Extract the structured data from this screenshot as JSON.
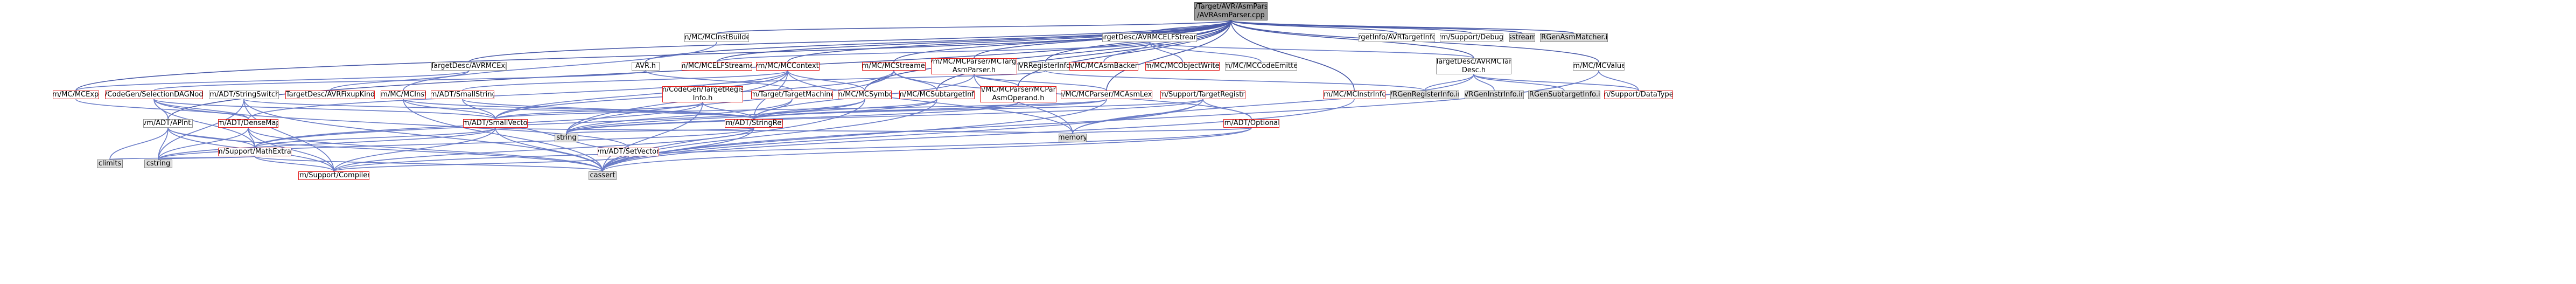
{
  "colors": {
    "edge": "#6a7cc7",
    "edge_root": "#4a5aa8"
  },
  "nodes": [
    {
      "id": "root",
      "label": "lib/Target/AVR/AsmParser\n/AVRAsmParser.cpp",
      "style": "root"
    },
    {
      "id": "mcinstbuilder",
      "label": "llvm/MC/MCInstBuilder.h",
      "style": "plain"
    },
    {
      "id": "avr",
      "label": "AVR.h",
      "style": "plain"
    },
    {
      "id": "mccontext",
      "label": "llvm/MC/MCContext.h",
      "style": "red"
    },
    {
      "id": "mcelfstreamer",
      "label": "llvm/MC/MCELFStreamer.h",
      "style": "red"
    },
    {
      "id": "mcstreamer",
      "label": "llvm/MC/MCStreamer.h",
      "style": "red"
    },
    {
      "id": "mctargetasmparser",
      "label": "llvm/MC/MCParser/MCTarget\nAsmParser.h",
      "style": "red"
    },
    {
      "id": "avrregisterinfo",
      "label": "AVRRegisterInfo.h",
      "style": "plain"
    },
    {
      "id": "mctargetdesc_avrmcelfstreamer",
      "label": "MCTargetDesc/AVRMCELFStreamer.h",
      "style": "plain"
    },
    {
      "id": "targetinfo",
      "label": "TargetInfo/AVRTargetInfo.h",
      "style": "plain"
    },
    {
      "id": "supportdebug",
      "label": "llvm/Support/Debug.h",
      "style": "plain"
    },
    {
      "id": "sstream",
      "label": "sstream",
      "style": "gray"
    },
    {
      "id": "avrgenasmmatcher",
      "label": "AVRGenAsmMatcher.inc",
      "style": "gray"
    },
    {
      "id": "avrmcexpr",
      "label": "MCTargetDesc/AVRMCExpr.h",
      "style": "plain"
    },
    {
      "id": "mcasmbackend",
      "label": "llvm/MC/MCAsmBackend.h",
      "style": "red"
    },
    {
      "id": "mcobjectwriter",
      "label": "llvm/MC/MCObjectWriter.h",
      "style": "red"
    },
    {
      "id": "mccodeemitter",
      "label": "llvm/MC/MCCodeEmitter.h",
      "style": "plain"
    },
    {
      "id": "avrmctargetdesc",
      "label": "MCTargetDesc/AVRMCTarget\nDesc.h",
      "style": "plain"
    },
    {
      "id": "mcvalue",
      "label": "llvm/MC/MCValue.h",
      "style": "plain"
    },
    {
      "id": "mcmcexpr",
      "label": "llvm/MC/MCExpr.h",
      "style": "red"
    },
    {
      "id": "selectiondagnodes",
      "label": "llvm/CodeGen/SelectionDAGNodes.h",
      "style": "red"
    },
    {
      "id": "adtstringswitch",
      "label": "llvm/ADT/StringSwitch.h",
      "style": "plain"
    },
    {
      "id": "avrfixupkinds",
      "label": "MCTargetDesc/AVRFixupKinds.h",
      "style": "red"
    },
    {
      "id": "mcinst",
      "label": "llvm/MC/MCInst.h",
      "style": "red"
    },
    {
      "id": "smallstring",
      "label": "llvm/ADT/SmallString.h",
      "style": "red"
    },
    {
      "id": "targetregisterinfo",
      "label": "llvm/CodeGen/TargetRegister\nInfo.h",
      "style": "red"
    },
    {
      "id": "targetmachine",
      "label": "llvm/Target/TargetMachine.h",
      "style": "red"
    },
    {
      "id": "mcsymbol",
      "label": "llvm/MC/MCSymbol.h",
      "style": "red"
    },
    {
      "id": "mcsubtargetinfo",
      "label": "llvm/MC/MCSubtargetInfo.h",
      "style": "red"
    },
    {
      "id": "mcparsedasmoperand",
      "label": "llvm/MC/MCParser/MCParsed\nAsmOperand.h",
      "style": "red"
    },
    {
      "id": "mcasmlexer",
      "label": "llvm/MC/MCParser/MCAsmLexer.h",
      "style": "red"
    },
    {
      "id": "targetregistry",
      "label": "llvm/Support/TargetRegistry.h",
      "style": "red"
    },
    {
      "id": "mcinstrinfo",
      "label": "llvm/MC/MCInstrInfo.h",
      "style": "red"
    },
    {
      "id": "avrgenregisterinfo",
      "label": "AVRGenRegisterInfo.inc",
      "style": "gray"
    },
    {
      "id": "avrgeninstrinfo",
      "label": "AVRGenInstrInfo.inc",
      "style": "gray"
    },
    {
      "id": "avrgensubtargetinfo",
      "label": "AVRGenSubtargetInfo.inc",
      "style": "gray"
    },
    {
      "id": "datatypes",
      "label": "llvm/Support/DataTypes.h",
      "style": "red"
    },
    {
      "id": "apint",
      "label": "llvm/ADT/APInt.h",
      "style": "plain"
    },
    {
      "id": "densemap",
      "label": "llvm/ADT/DenseMap.h",
      "style": "red"
    },
    {
      "id": "smallvector",
      "label": "llvm/ADT/SmallVector.h",
      "style": "red"
    },
    {
      "id": "stringref",
      "label": "llvm/ADT/StringRef.h",
      "style": "red"
    },
    {
      "id": "optional",
      "label": "llvm/ADT/Optional.h",
      "style": "red"
    },
    {
      "id": "mathextras",
      "label": "llvm/Support/MathExtras.h",
      "style": "red"
    },
    {
      "id": "string",
      "label": "string",
      "style": "gray"
    },
    {
      "id": "memory",
      "label": "memory",
      "style": "gray"
    },
    {
      "id": "setvector",
      "label": "llvm/ADT/SetVector.h",
      "style": "red"
    },
    {
      "id": "climits",
      "label": "climits",
      "style": "gray"
    },
    {
      "id": "cstring",
      "label": "cstring",
      "style": "gray"
    },
    {
      "id": "compiler",
      "label": "llvm/Support/Compiler.h",
      "style": "red"
    },
    {
      "id": "cassert",
      "label": "cassert",
      "style": "gray"
    }
  ],
  "edges": [
    [
      "root",
      "mcinstbuilder"
    ],
    [
      "root",
      "avr"
    ],
    [
      "root",
      "mccontext"
    ],
    [
      "root",
      "mcelfstreamer"
    ],
    [
      "root",
      "mcstreamer"
    ],
    [
      "root",
      "mctargetasmparser"
    ],
    [
      "root",
      "avrregisterinfo"
    ],
    [
      "root",
      "mctargetdesc_avrmcelfstreamer"
    ],
    [
      "root",
      "targetinfo"
    ],
    [
      "root",
      "supportdebug"
    ],
    [
      "root",
      "sstream"
    ],
    [
      "root",
      "avrgenasmmatcher"
    ],
    [
      "root",
      "avrmcexpr"
    ],
    [
      "root",
      "mcmcexpr"
    ],
    [
      "root",
      "mcsymbol"
    ],
    [
      "root",
      "mcsubtargetinfo"
    ],
    [
      "root",
      "mcparsedasmoperand"
    ],
    [
      "root",
      "mcasmlexer"
    ],
    [
      "root",
      "mcinstrinfo"
    ],
    [
      "root",
      "stringswitch_dummy"
    ],
    [
      "root",
      "avrmctargetdesc"
    ],
    [
      "root",
      "apint"
    ],
    [
      "root",
      "mcvalue"
    ],
    [
      "mctargetdesc_avrmcelfstreamer",
      "avrmctargetdesc"
    ],
    [
      "mctargetdesc_avrmcelfstreamer",
      "mcasmbackend"
    ],
    [
      "mctargetdesc_avrmcelfstreamer",
      "mcobjectwriter"
    ],
    [
      "mctargetdesc_avrmcelfstreamer",
      "mccodeemitter"
    ],
    [
      "mctargetdesc_avrmcelfstreamer",
      "mcelfstreamer"
    ],
    [
      "avrmctargetdesc",
      "avrgenregisterinfo"
    ],
    [
      "avrmctargetdesc",
      "avrgeninstrinfo"
    ],
    [
      "avrmctargetdesc",
      "avrgensubtargetinfo"
    ],
    [
      "avrmctargetdesc",
      "datatypes"
    ],
    [
      "avrmctargetdesc",
      "memory"
    ],
    [
      "mcvalue",
      "datatypes"
    ],
    [
      "mcvalue",
      "cassert"
    ],
    [
      "avrmcexpr",
      "avrfixupkinds"
    ],
    [
      "avrmcexpr",
      "mcmcexpr"
    ],
    [
      "avr",
      "selectiondagnodes"
    ],
    [
      "avr",
      "targetmachine"
    ],
    [
      "avrregisterinfo",
      "targetregisterinfo"
    ],
    [
      "avrregisterinfo",
      "avrgenregisterinfo"
    ],
    [
      "mccontext",
      "smallstring"
    ],
    [
      "mccontext",
      "smallvector"
    ],
    [
      "mccontext",
      "densemap"
    ],
    [
      "mccontext",
      "stringref"
    ],
    [
      "mccontext",
      "string"
    ],
    [
      "mccontext",
      "memory"
    ],
    [
      "mccontext",
      "mcsymbol"
    ],
    [
      "mcstreamer",
      "mcsymbol"
    ],
    [
      "mcstreamer",
      "smallvector"
    ],
    [
      "mcstreamer",
      "optional"
    ],
    [
      "mcstreamer",
      "string"
    ],
    [
      "mcstreamer",
      "mcsubtargetinfo"
    ],
    [
      "mctargetasmparser",
      "mcparsedasmoperand"
    ],
    [
      "mctargetasmparser",
      "stringref"
    ],
    [
      "mctargetasmparser",
      "mcasmlexer"
    ],
    [
      "mctargetasmparser",
      "memory"
    ],
    [
      "mcinstbuilder",
      "mcinst"
    ],
    [
      "mcsymbol",
      "stringref"
    ],
    [
      "mcsymbol",
      "cassert"
    ],
    [
      "mcsymbol",
      "mathextras"
    ],
    [
      "mcsubtargetinfo",
      "stringref"
    ],
    [
      "mcsubtargetinfo",
      "string"
    ],
    [
      "mcsubtargetinfo",
      "cassert"
    ],
    [
      "mcparsedasmoperand",
      "stringref"
    ],
    [
      "mcparsedasmoperand",
      "string"
    ],
    [
      "mcasmlexer",
      "smallvector"
    ],
    [
      "mcasmlexer",
      "stringref"
    ],
    [
      "mcasmlexer",
      "cassert"
    ],
    [
      "targetregistry",
      "stringref"
    ],
    [
      "targetregistry",
      "optional"
    ],
    [
      "targetregistry",
      "memory"
    ],
    [
      "targetregistry",
      "cassert"
    ],
    [
      "targetregistry",
      "string"
    ],
    [
      "mcinstrinfo",
      "cassert"
    ],
    [
      "mcmcexpr",
      "densemap"
    ],
    [
      "selectiondagnodes",
      "apint"
    ],
    [
      "selectiondagnodes",
      "densemap"
    ],
    [
      "selectiondagnodes",
      "smallvector"
    ],
    [
      "selectiondagnodes",
      "setvector"
    ],
    [
      "selectiondagnodes",
      "mathextras"
    ],
    [
      "adtstringswitch",
      "stringref"
    ],
    [
      "adtstringswitch",
      "compiler"
    ],
    [
      "adtstringswitch",
      "cassert"
    ],
    [
      "adtstringswitch",
      "cstring"
    ],
    [
      "mcinst",
      "smallvector"
    ],
    [
      "mcinst",
      "stringref"
    ],
    [
      "mcinst",
      "cassert"
    ],
    [
      "smallstring",
      "smallvector"
    ],
    [
      "smallstring",
      "stringref"
    ],
    [
      "targetregisterinfo",
      "smallvector"
    ],
    [
      "targetregisterinfo",
      "stringref"
    ],
    [
      "targetregisterinfo",
      "cassert"
    ],
    [
      "targetregisterinfo",
      "mathextras"
    ],
    [
      "targetmachine",
      "stringref"
    ],
    [
      "targetmachine",
      "string"
    ],
    [
      "apint",
      "mathextras"
    ],
    [
      "apint",
      "compiler"
    ],
    [
      "apint",
      "cassert"
    ],
    [
      "apint",
      "climits"
    ],
    [
      "apint",
      "cstring"
    ],
    [
      "densemap",
      "mathextras"
    ],
    [
      "densemap",
      "compiler"
    ],
    [
      "densemap",
      "cassert"
    ],
    [
      "densemap",
      "cstring"
    ],
    [
      "smallvector",
      "mathextras"
    ],
    [
      "smallvector",
      "compiler"
    ],
    [
      "smallvector",
      "cassert"
    ],
    [
      "smallvector",
      "memory"
    ],
    [
      "smallvector",
      "cstring"
    ],
    [
      "stringref",
      "compiler"
    ],
    [
      "stringref",
      "cassert"
    ],
    [
      "stringref",
      "string"
    ],
    [
      "stringref",
      "cstring"
    ],
    [
      "optional",
      "compiler"
    ],
    [
      "optional",
      "cassert"
    ],
    [
      "optional",
      "memory"
    ],
    [
      "mathextras",
      "compiler"
    ],
    [
      "mathextras",
      "cassert"
    ],
    [
      "mathextras",
      "climits"
    ],
    [
      "mathextras",
      "cstring"
    ],
    [
      "setvector",
      "smallvector"
    ],
    [
      "setvector",
      "cassert"
    ],
    [
      "setvector",
      "compiler"
    ]
  ]
}
